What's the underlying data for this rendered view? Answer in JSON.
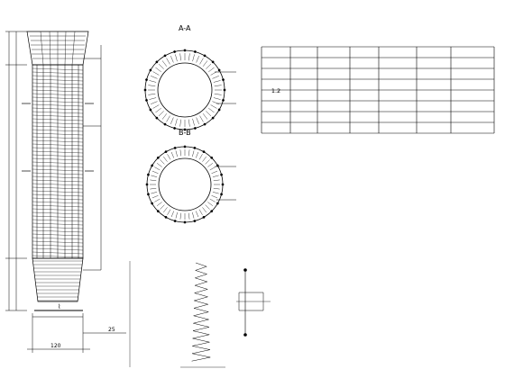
{
  "elevation": {
    "title": "",
    "left_dims": [],
    "bottom_dims": [
      "120",
      "25"
    ]
  },
  "section_labels": {
    "aa": "A-A",
    "bb": "B-B",
    "bar_detail": ""
  },
  "material_table": {
    "title": "",
    "headers": [
      "",
      "",
      "",
      "",
      "",
      "",
      ""
    ],
    "rows": [
      [
        "",
        "",
        "",
        "",
        "",
        "",
        ""
      ],
      [
        "",
        "",
        "",
        "",
        "",
        "",
        ""
      ],
      [
        "",
        "",
        "",
        "",
        "",
        "",
        ""
      ],
      [
        "",
        "",
        "",
        "",
        "",
        "",
        ""
      ],
      [
        "",
        "",
        "",
        "",
        "",
        "",
        ""
      ],
      [
        "",
        "",
        "",
        "",
        "",
        "",
        ""
      ],
      [
        "",
        "",
        "",
        "",
        "",
        "",
        ""
      ],
      [
        "",
        "",
        "",
        "",
        "",
        "",
        ""
      ]
    ],
    "row_group_label": "1.2"
  },
  "notes": {
    "heading": "",
    "items": [
      "",
      "",
      "",
      "",
      "",
      "",
      "",
      "",
      "",
      "",
      "",
      ""
    ]
  },
  "notes2": {
    "heading": "",
    "items": [
      "",
      "",
      ""
    ]
  },
  "colors": {
    "line": "#000000",
    "paper": "#ffffff"
  }
}
